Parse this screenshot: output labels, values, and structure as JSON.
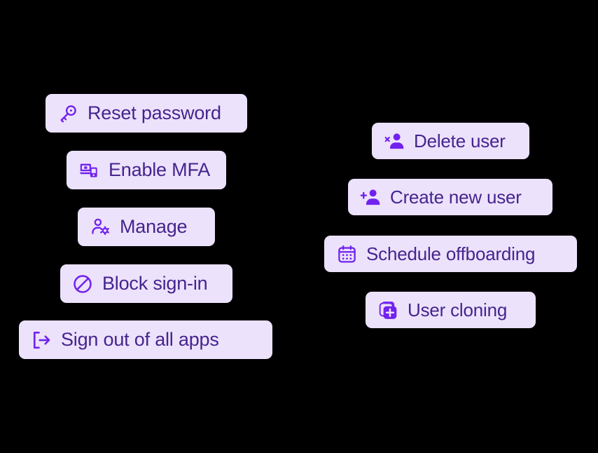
{
  "page": {
    "background_color": "#000000",
    "chip_fill_color": "#ece2fc",
    "label_color": "#46248e",
    "icon_color": "#7122ef"
  },
  "columns": [
    {
      "name": "left-column",
      "buttons": [
        {
          "id": "reset-password",
          "label": "Reset password",
          "icon": "key-icon"
        },
        {
          "id": "enable-mfa",
          "label": "Enable MFA",
          "icon": "mfa-devices-icon"
        },
        {
          "id": "manage",
          "label": "Manage",
          "icon": "user-gear-icon"
        },
        {
          "id": "block-sign-in",
          "label": "Block sign-in",
          "icon": "prohibited-icon"
        },
        {
          "id": "sign-out-all-apps",
          "label": "Sign out of all apps",
          "icon": "sign-out-icon"
        }
      ]
    },
    {
      "name": "right-column",
      "buttons": [
        {
          "id": "delete-user",
          "label": "Delete user",
          "icon": "user-remove-icon"
        },
        {
          "id": "create-new-user",
          "label": "Create new user",
          "icon": "user-add-icon"
        },
        {
          "id": "schedule-offboarding",
          "label": "Schedule offboarding",
          "icon": "calendar-icon"
        },
        {
          "id": "user-cloning",
          "label": "User cloning",
          "icon": "copy-plus-icon"
        }
      ]
    }
  ]
}
